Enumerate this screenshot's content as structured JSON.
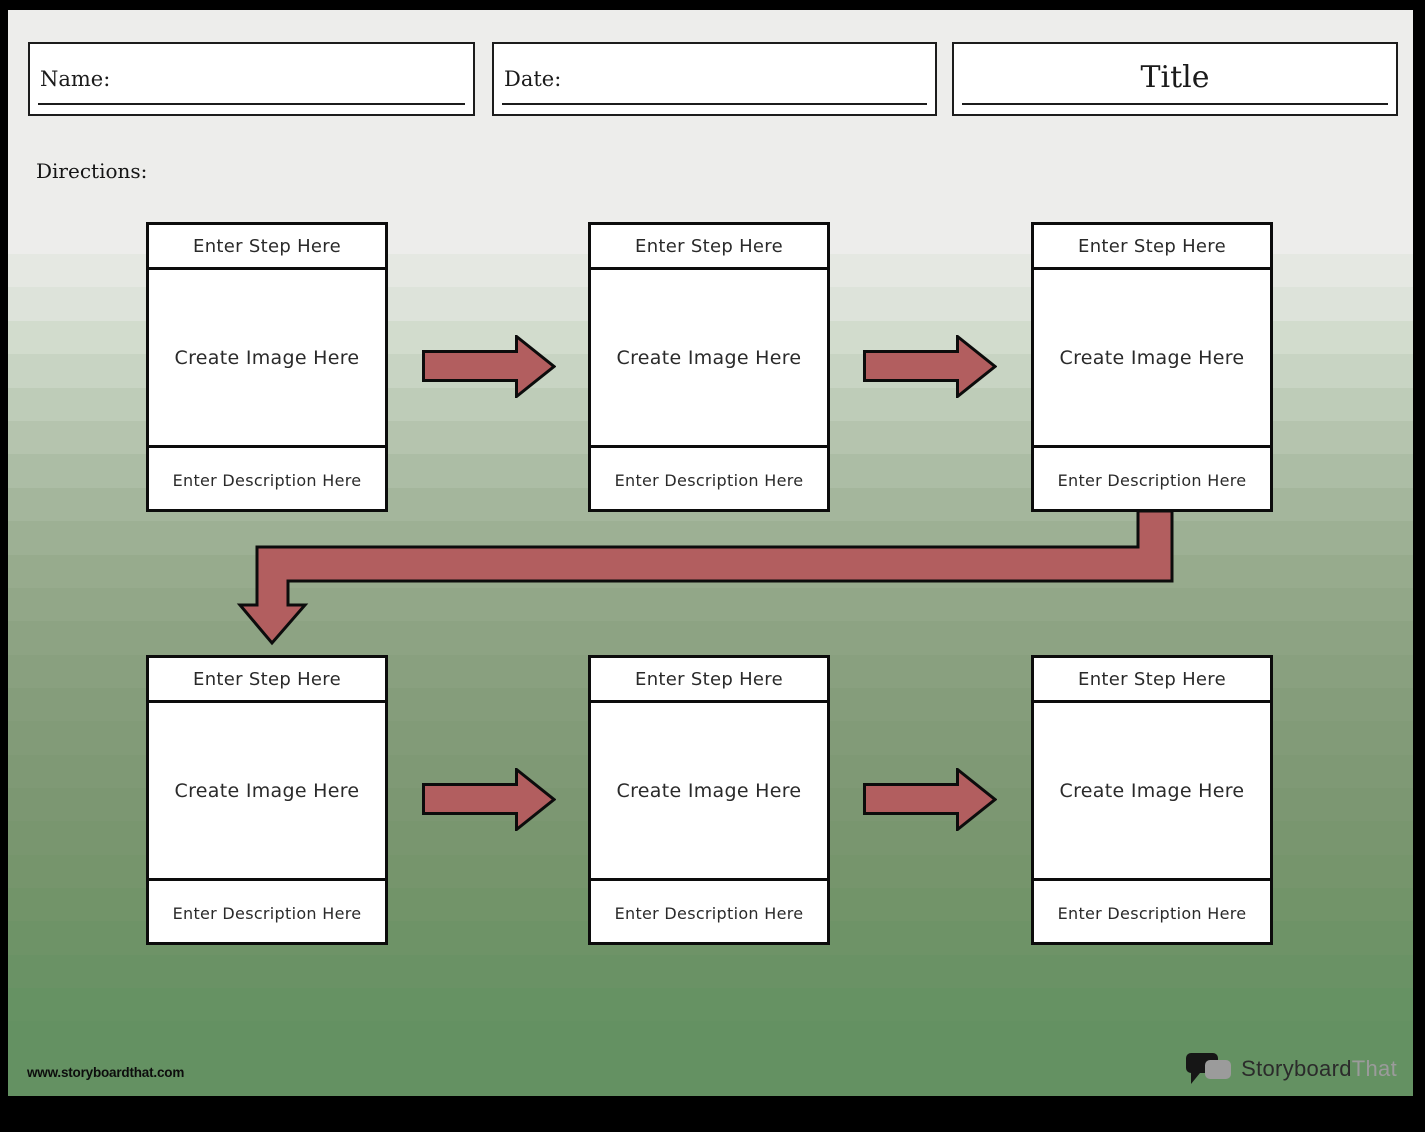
{
  "header": {
    "name_label": "Name:",
    "date_label": "Date:",
    "title": "Title",
    "directions_label": "Directions:"
  },
  "cards": [
    {
      "step": "Enter Step Here",
      "image": "Create Image Here",
      "description": "Enter Description Here"
    },
    {
      "step": "Enter Step Here",
      "image": "Create Image Here",
      "description": "Enter Description Here"
    },
    {
      "step": "Enter Step Here",
      "image": "Create Image Here",
      "description": "Enter Description Here"
    },
    {
      "step": "Enter Step Here",
      "image": "Create Image Here",
      "description": "Enter Description Here"
    },
    {
      "step": "Enter Step Here",
      "image": "Create Image Here",
      "description": "Enter Description Here"
    },
    {
      "step": "Enter Step Here",
      "image": "Create Image Here",
      "description": "Enter Description Here"
    }
  ],
  "footer": {
    "url": "www.storyboardthat.com",
    "logo_primary": "Storyboard",
    "logo_secondary": "That"
  },
  "colors": {
    "arrow_fill": "#b25e5f",
    "arrow_outline": "#0c0c0c",
    "page_top": "#ededeb",
    "page_bottom": "#649162",
    "logo_gray": "#9b9b9b"
  }
}
